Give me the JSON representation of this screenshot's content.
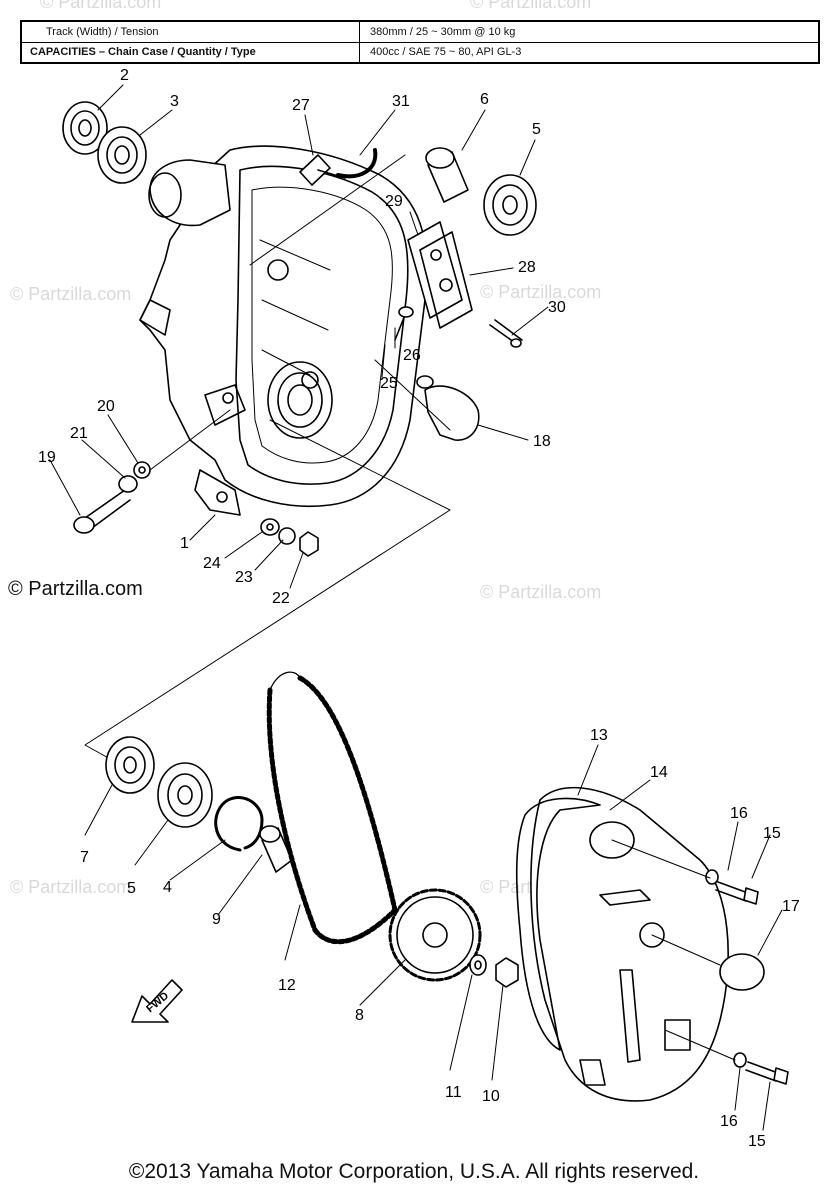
{
  "specs": [
    {
      "label": "Track (Width) / Tension",
      "value": "380mm / 25 ~ 30mm @ 10 kg"
    },
    {
      "label": "CAPACITIES – Chain Case / Quantity / Type",
      "value": "400cc / SAE 75 ~ 80, API GL-3"
    }
  ],
  "watermark": "© Partzilla.com",
  "footer": "©2013 Yamaha Motor Corporation, U.S.A. All rights reserved.",
  "fwd_label": "FWD",
  "callouts": [
    "1",
    "2",
    "3",
    "4",
    "5",
    "6",
    "7",
    "8",
    "9",
    "10",
    "11",
    "12",
    "13",
    "14",
    "15",
    "16",
    "17",
    "18",
    "19",
    "20",
    "21",
    "22",
    "23",
    "24",
    "25",
    "26",
    "27",
    "28",
    "29",
    "30",
    "31"
  ],
  "callouts_repeat": {
    "5b": "5",
    "15b": "15",
    "16b": "16"
  }
}
